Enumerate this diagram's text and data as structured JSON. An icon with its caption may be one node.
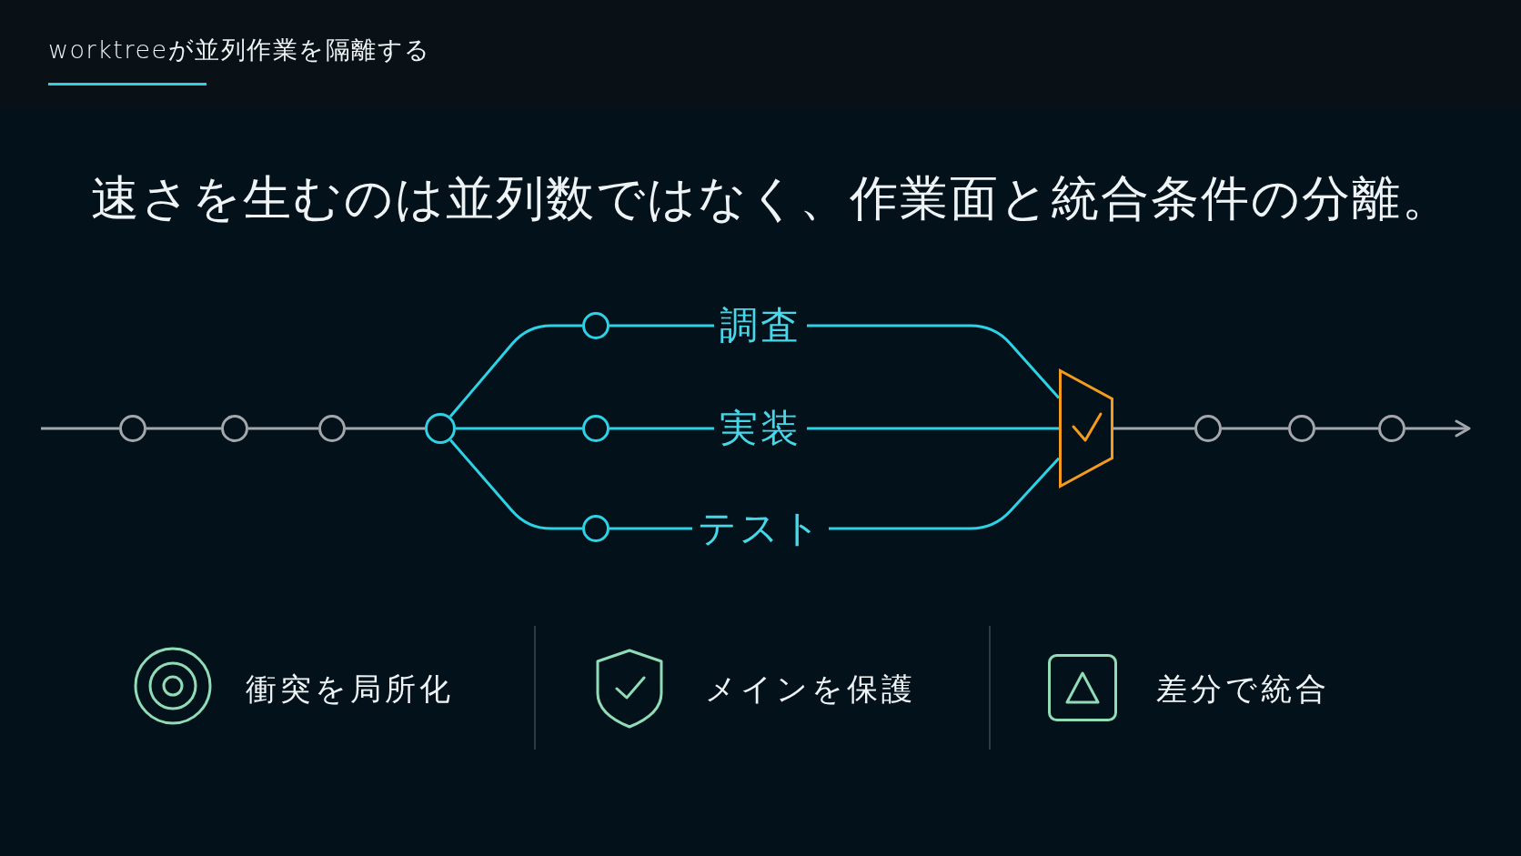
{
  "diagram": {
    "title": "worktreeが並列作業を隔離する",
    "nodes": [
      {
        "text": [],
        "shape": "circle"
      },
      {
        "text": [],
        "shape": "circle"
      },
      {
        "text": [],
        "shape": "circle"
      },
      {
        "text": [],
        "shape": "circle"
      },
      {
        "text": [],
        "shape": "circle"
      },
      {
        "text": [
          "調査"
        ]
      },
      {
        "text": [],
        "shape": "circle"
      },
      {
        "text": [
          "実装"
        ]
      },
      {
        "text": [],
        "shape": "circle"
      },
      {
        "text": [
          "テスト"
        ]
      },
      {
        "text": [],
        "shape": "trapezoid"
      },
      {
        "text": [],
        "shape": "circle"
      },
      {
        "text": [],
        "shape": "circle"
      },
      {
        "text": [],
        "shape": "circle"
      }
    ],
    "edges": [
      {
        "from": null,
        "to": 0,
        "arrow": "none",
        "color": "#a3a7ab"
      },
      {
        "from": 0,
        "to": 1,
        "arrow": "none",
        "color": "#a3a7ab"
      },
      {
        "from": 1,
        "to": 2,
        "arrow": "none",
        "color": "#a3a7ab"
      },
      {
        "from": 2,
        "to": 3,
        "arrow": "none",
        "color": "#a3a7ab"
      },
      {
        "from": 3,
        "to": 4,
        "arrow": "none"
      },
      {
        "from": 3,
        "to": 6,
        "arrow": "none"
      },
      {
        "from": 3,
        "to": 8,
        "arrow": "none"
      },
      {
        "from": 4,
        "to": 5,
        "arrow": "none"
      },
      {
        "from": 6,
        "to": 7,
        "arrow": "none"
      },
      {
        "from": 8,
        "to": 9,
        "arrow": "none"
      },
      {
        "from": 5,
        "to": 10,
        "arrow": "none"
      },
      {
        "from": 7,
        "to": 10,
        "arrow": "none"
      },
      {
        "from": 9,
        "to": 10,
        "arrow": "none"
      },
      {
        "from": 10,
        "to": 11,
        "arrow": "none",
        "color": "#a3a7ab"
      },
      {
        "from": 11,
        "to": 12,
        "arrow": "none",
        "color": "#a3a7ab"
      },
      {
        "from": 12,
        "to": 13,
        "arrow": "none",
        "color": "#a3a7ab"
      },
      {
        "from": 13,
        "to": null,
        "arrow": "to",
        "color": "#a3a7ab"
      }
    ],
    "labels": [
      "速さを生むのは並列数ではなく、作業面と統合条件の分離。",
      "衝突を局所化",
      "メインを保護",
      "差分で統合"
    ]
  }
}
